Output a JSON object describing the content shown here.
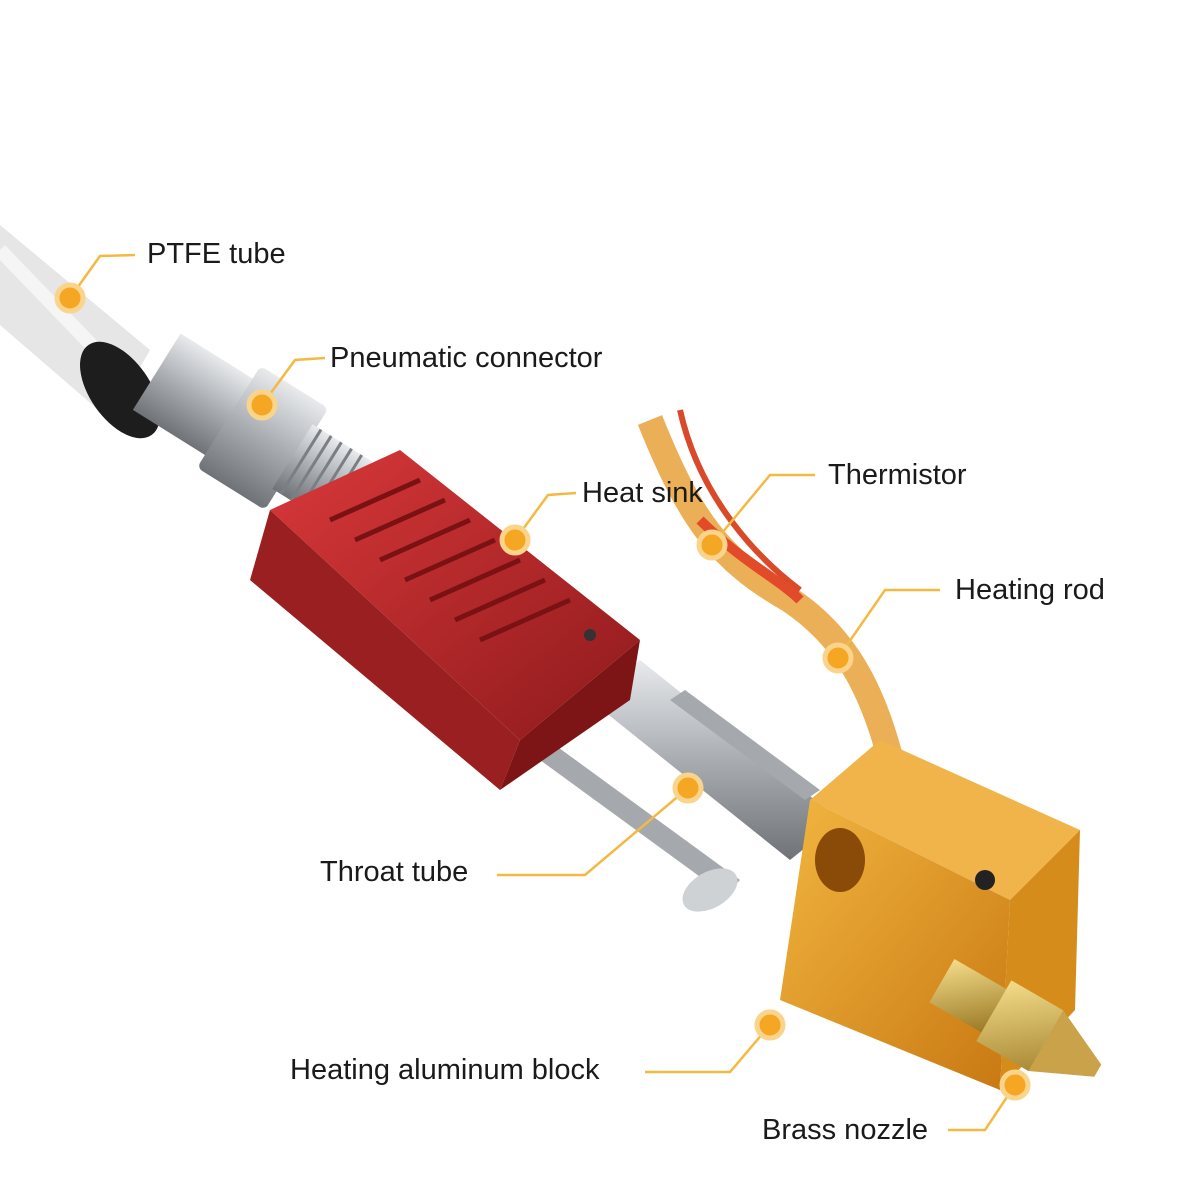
{
  "labels": {
    "ptfe_tube": "PTFE tube",
    "pneumatic_connector": "Pneumatic connector",
    "heat_sink": "Heat sink",
    "thermistor": "Thermistor",
    "heating_rod": "Heating rod",
    "throat_tube": "Throat tube",
    "heating_block": "Heating aluminum block",
    "brass_nozzle": "Brass nozzle"
  },
  "colors": {
    "callout": "#f5a623",
    "heat_sink": "#c0282a",
    "heating_block": "#e89a1c",
    "nozzle": "#d4b04a",
    "steel": "#b9bcc0",
    "ptfe": "#e6e6e6"
  }
}
